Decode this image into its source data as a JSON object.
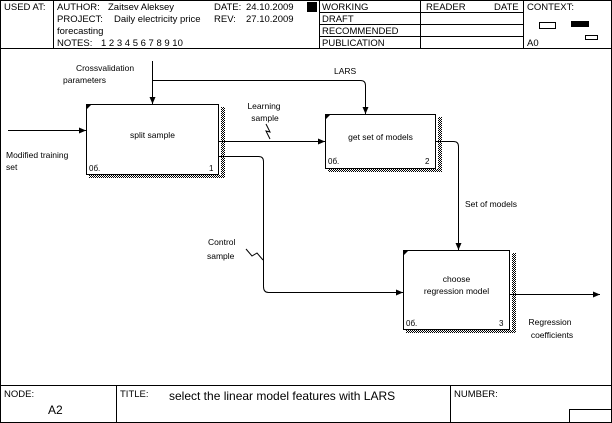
{
  "header": {
    "used_at_label": "USED AT:",
    "author_label": "AUTHOR:",
    "author_value": "Zaitsev Aleksey",
    "date_label": "DATE:",
    "date_value": "24.10.2009",
    "project_label": "PROJECT:",
    "project_value_line1": "Daily electricity price",
    "project_value_line2": "forecasting",
    "rev_label": "REV:",
    "rev_value": "27.10.2009",
    "notes_label": "NOTES:",
    "notes_numbers": "1  2  3  4  5  6  7  8  9  10",
    "status": [
      "WORKING",
      "DRAFT",
      "RECOMMENDED",
      "PUBLICATION"
    ],
    "reader_label": "READER",
    "reader_date_label": "DATE",
    "context_label": "CONTEXT:",
    "context_node": "A0"
  },
  "footer": {
    "node_label": "NODE:",
    "node_value": "A2",
    "title_label": "TITLE:",
    "title_value": "select the linear model  features with LARS",
    "number_label": "NUMBER:"
  },
  "diagram": {
    "boxes": [
      {
        "name": "split sample",
        "ref": "0б.",
        "number": "1"
      },
      {
        "name": "get set of models",
        "ref": "0б.",
        "number": "2"
      },
      {
        "name_line1": "choose",
        "name_line2": "regression model",
        "ref": "0б.",
        "number": "3"
      }
    ],
    "arrows": {
      "crossvalidation_line1": "Crossvalidation",
      "crossvalidation_line2": "parameters",
      "lars": "LARS",
      "learning_line1": "Learning",
      "learning_line2": "sample",
      "modified_line1": "Modified training",
      "modified_line2": "set",
      "set_of_models": "Set of models",
      "control_line1": "Control",
      "control_line2": "sample",
      "regression_line1": "Regression",
      "regression_line2": "coefficients"
    }
  }
}
